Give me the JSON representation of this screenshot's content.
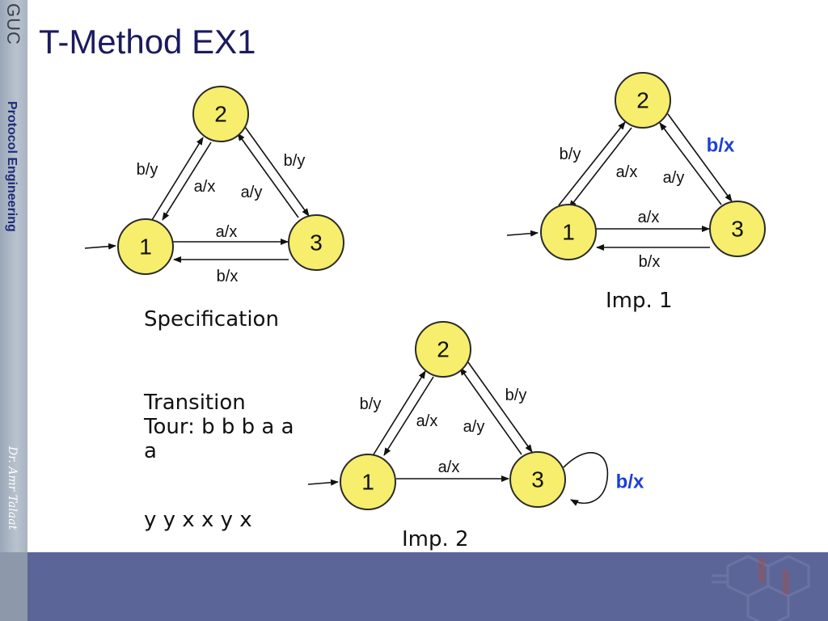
{
  "sidebar": {
    "logo_text": "GUC",
    "course": "Protocol Engineering",
    "author": "Dr. Amr Talaat"
  },
  "slide": {
    "title": "T-Method EX1",
    "spec_label": "Specification",
    "tour_line": "Transition Tour: b b b a a a",
    "output_line": "y y x x y x",
    "imp1_label": "Imp. 1",
    "imp2_label": "Imp. 2"
  },
  "colors": {
    "node_fill": "#f6ee6c",
    "highlight": "#1d3fd6",
    "band": "#5b6598",
    "title": "#1b1b5e"
  },
  "diagrams": {
    "spec": {
      "nodes": [
        "1",
        "2",
        "3"
      ],
      "edges": {
        "e12": "b/y",
        "e21": "a/x",
        "e23": "b/y",
        "e32": "a/y",
        "e13": "a/x",
        "e31": "b/x"
      }
    },
    "imp1": {
      "nodes": [
        "1",
        "2",
        "3"
      ],
      "edges": {
        "e12": "b/y",
        "e21": "a/x",
        "e23": "b/x",
        "e32": "a/y",
        "e13": "a/x",
        "e31": "b/x"
      }
    },
    "imp2": {
      "nodes": [
        "1",
        "2",
        "3"
      ],
      "edges": {
        "e12": "b/y",
        "e21": "a/x",
        "e23": "b/y",
        "e32": "a/y",
        "e13": "a/x",
        "e33": "b/x"
      }
    }
  }
}
